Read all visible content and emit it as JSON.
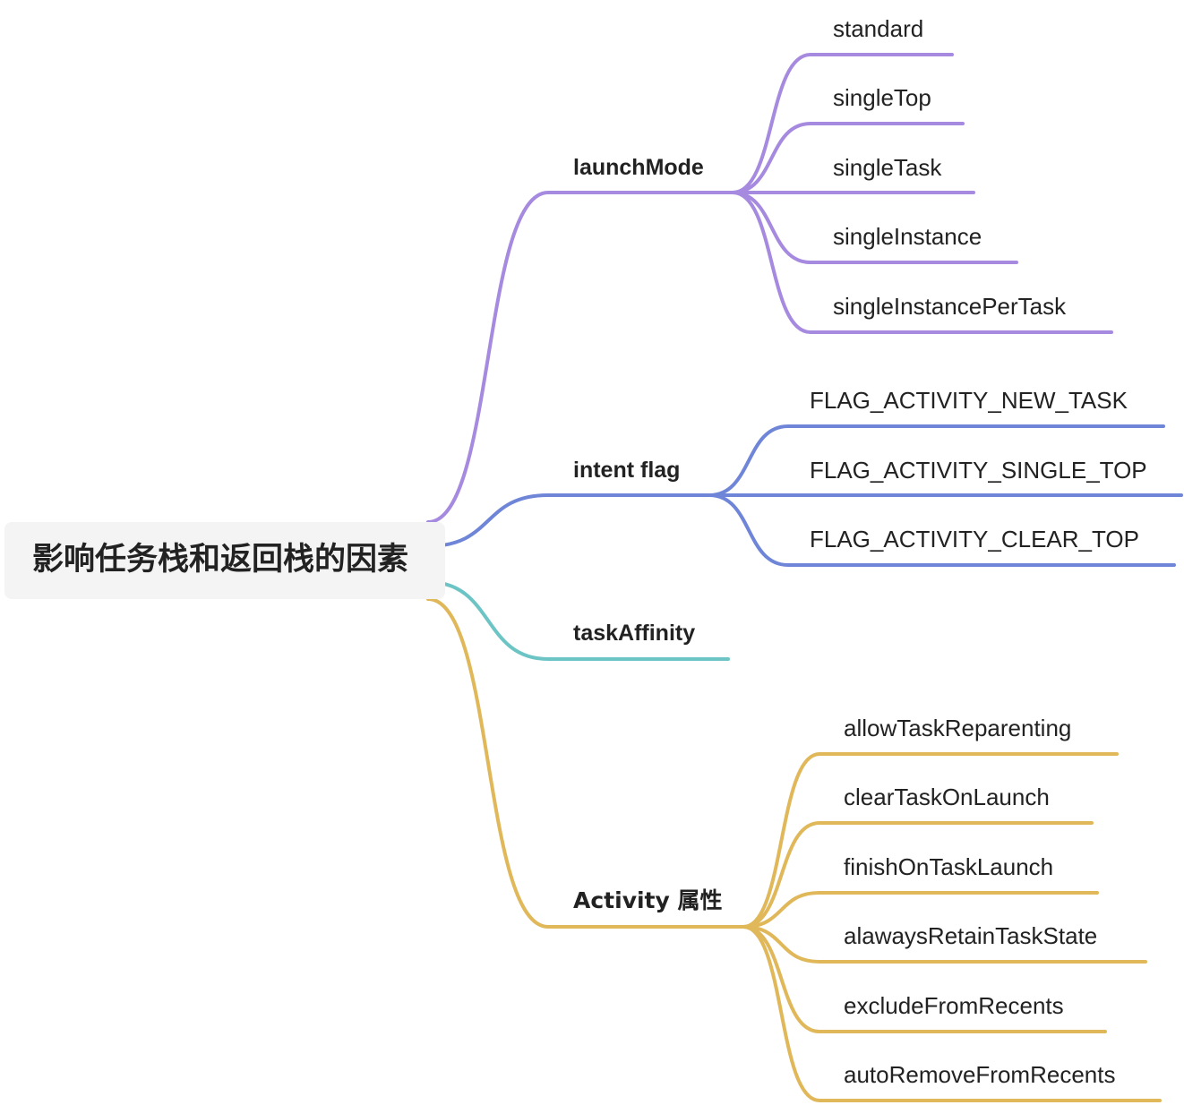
{
  "root": {
    "label": "影响任务栈和返回栈的因素"
  },
  "branches": [
    {
      "label": "launchMode",
      "color": "#a68ae0",
      "children": [
        "standard",
        "singleTop",
        "singleTask",
        "singleInstance",
        "singleInstancePerTask"
      ]
    },
    {
      "label": "intent flag",
      "color": "#6f85d8",
      "children": [
        "FLAG_ACTIVITY_NEW_TASK",
        "FLAG_ACTIVITY_SINGLE_TOP",
        "FLAG_ACTIVITY_CLEAR_TOP"
      ]
    },
    {
      "label": "taskAffinity",
      "color": "#6cc4c4",
      "children": []
    },
    {
      "label": "Activity  属性",
      "color": "#e0b85a",
      "children": [
        "allowTaskReparenting",
        "clearTaskOnLaunch",
        "finishOnTaskLaunch",
        "alawaysRetainTaskState",
        "excludeFromRecents",
        "autoRemoveFromRecents"
      ]
    }
  ]
}
